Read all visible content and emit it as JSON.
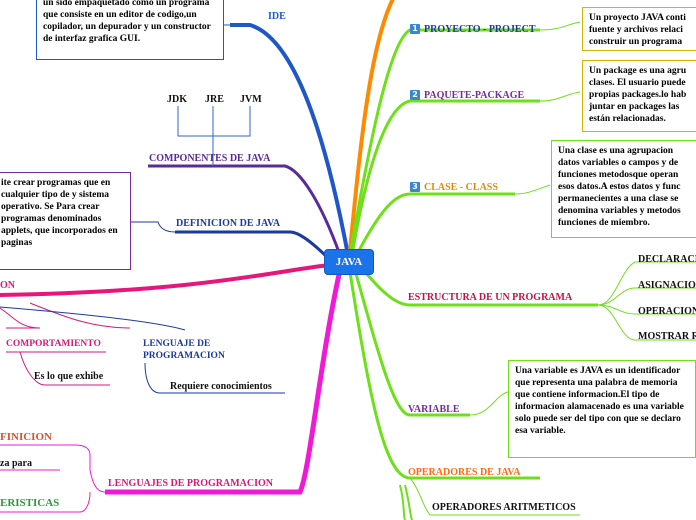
{
  "center": "JAVA",
  "ide": {
    "label": "IDE",
    "note": "un sido empaquetado como un programa que consiste en un editor de codigo,un copilador, un depurador y un constructor de interfaz grafica GUI."
  },
  "components": {
    "label": "COMPONENTES DE JAVA",
    "items": [
      "JDK",
      "JRE",
      "JVM"
    ]
  },
  "definition": {
    "label": "DEFINICION DE JAVA",
    "note": "ite crear programas que en cualquier tipo de y sistema operativo. Se Para crear programas denominados applets, que incorporados en paginas"
  },
  "left_branch": {
    "partial_label": "ON",
    "comportamiento": "COMPORTAMIENTO",
    "comportamiento_child": "Es lo que exhibe",
    "lenguaje": "LENGUAJE DE PROGRAMACION",
    "lenguaje_child": "Requiere conocimientos"
  },
  "languages": {
    "label": "LENGUAJES DE PROGRAMACION",
    "sub_definition": "FINICION",
    "sub_definition_child": "za para",
    "sub_characteristics": "ERISTICAS"
  },
  "right": {
    "project": {
      "num": "1",
      "label": "PROYECTO - PROJECT",
      "note": "Un proyecto JAVA conti fuente y archivos relaci construir un programa"
    },
    "package": {
      "num": "2",
      "label": "PAQUETE-PACKAGE",
      "note": "Un package es una agru clases. El usuario puede propias packages.lo hab juntar en packages las están relacionadas."
    },
    "class": {
      "num": "3",
      "label": "CLASE - CLASS",
      "note": "Una clase es una agrupacion datos variables o campos y de funciones metodosque operan esos datos.A estos datos y func permanecientes a una clase se denomina variables y metodos funciones de miembro."
    },
    "structure": {
      "label": "ESTRUCTURA DE UN PROGRAMA",
      "items": [
        "DECLARACI",
        "ASIGNACIO",
        "OPERACION",
        "MOSTRAR R"
      ]
    },
    "variable": {
      "label": "VARIABLE",
      "note": "Una variable es JAVA es un identificador que representa una palabra de memoria que contiene informacion.El tipo de informacion alamacenado es una variable solo puede ser del tipo con que se declaro esa variable."
    },
    "operators": {
      "label": "OPERADORES DE JAVA",
      "child": "OPERADORES ARITMETICOS"
    }
  },
  "colors": {
    "ide": "#1f57c8",
    "components": "#5b2a9a",
    "definition": "#1b3a9e",
    "left_magenta": "#e8157a",
    "languages_magenta": "#f01ad6",
    "orange": "#ff8a00",
    "green": "#6de01a",
    "center": "#1a73e8"
  }
}
